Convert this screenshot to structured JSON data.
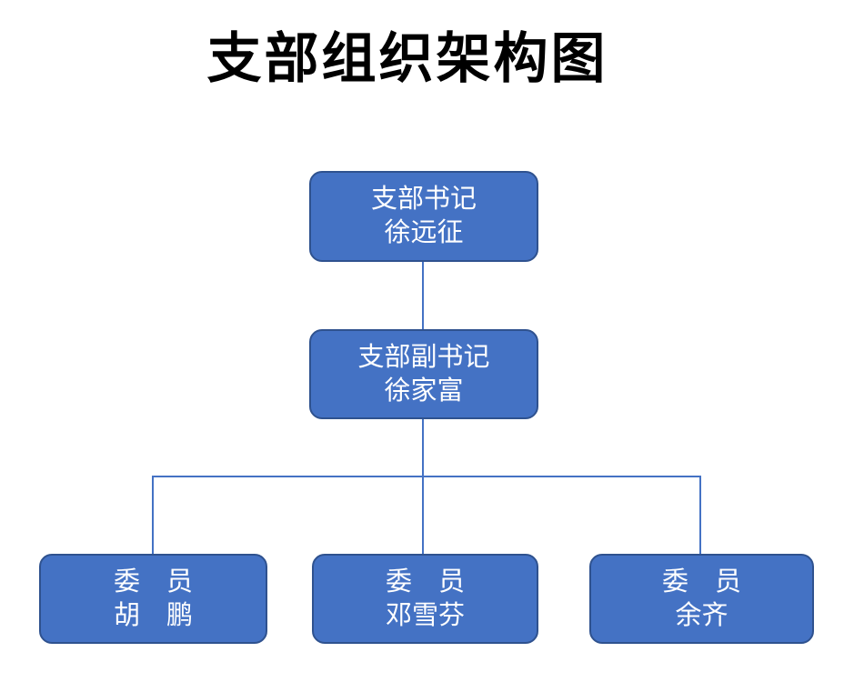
{
  "title": "支部组织架构图",
  "colors": {
    "background": "#FFFFFF",
    "box_fill": "#4472C4",
    "box_border": "#2F528F",
    "connector": "#4472C4",
    "box_text": "#FFFFFF",
    "title_text": "#000000"
  },
  "org": {
    "secretary": {
      "role": "支部书记",
      "name": "徐远征"
    },
    "deputy": {
      "role": "支部副书记",
      "name": "徐家富"
    },
    "members": [
      {
        "role": "委　员",
        "name": "胡　鹏"
      },
      {
        "role": "委　员",
        "name": "邓雪芬"
      },
      {
        "role": "委　员",
        "name": "余齐"
      }
    ]
  }
}
